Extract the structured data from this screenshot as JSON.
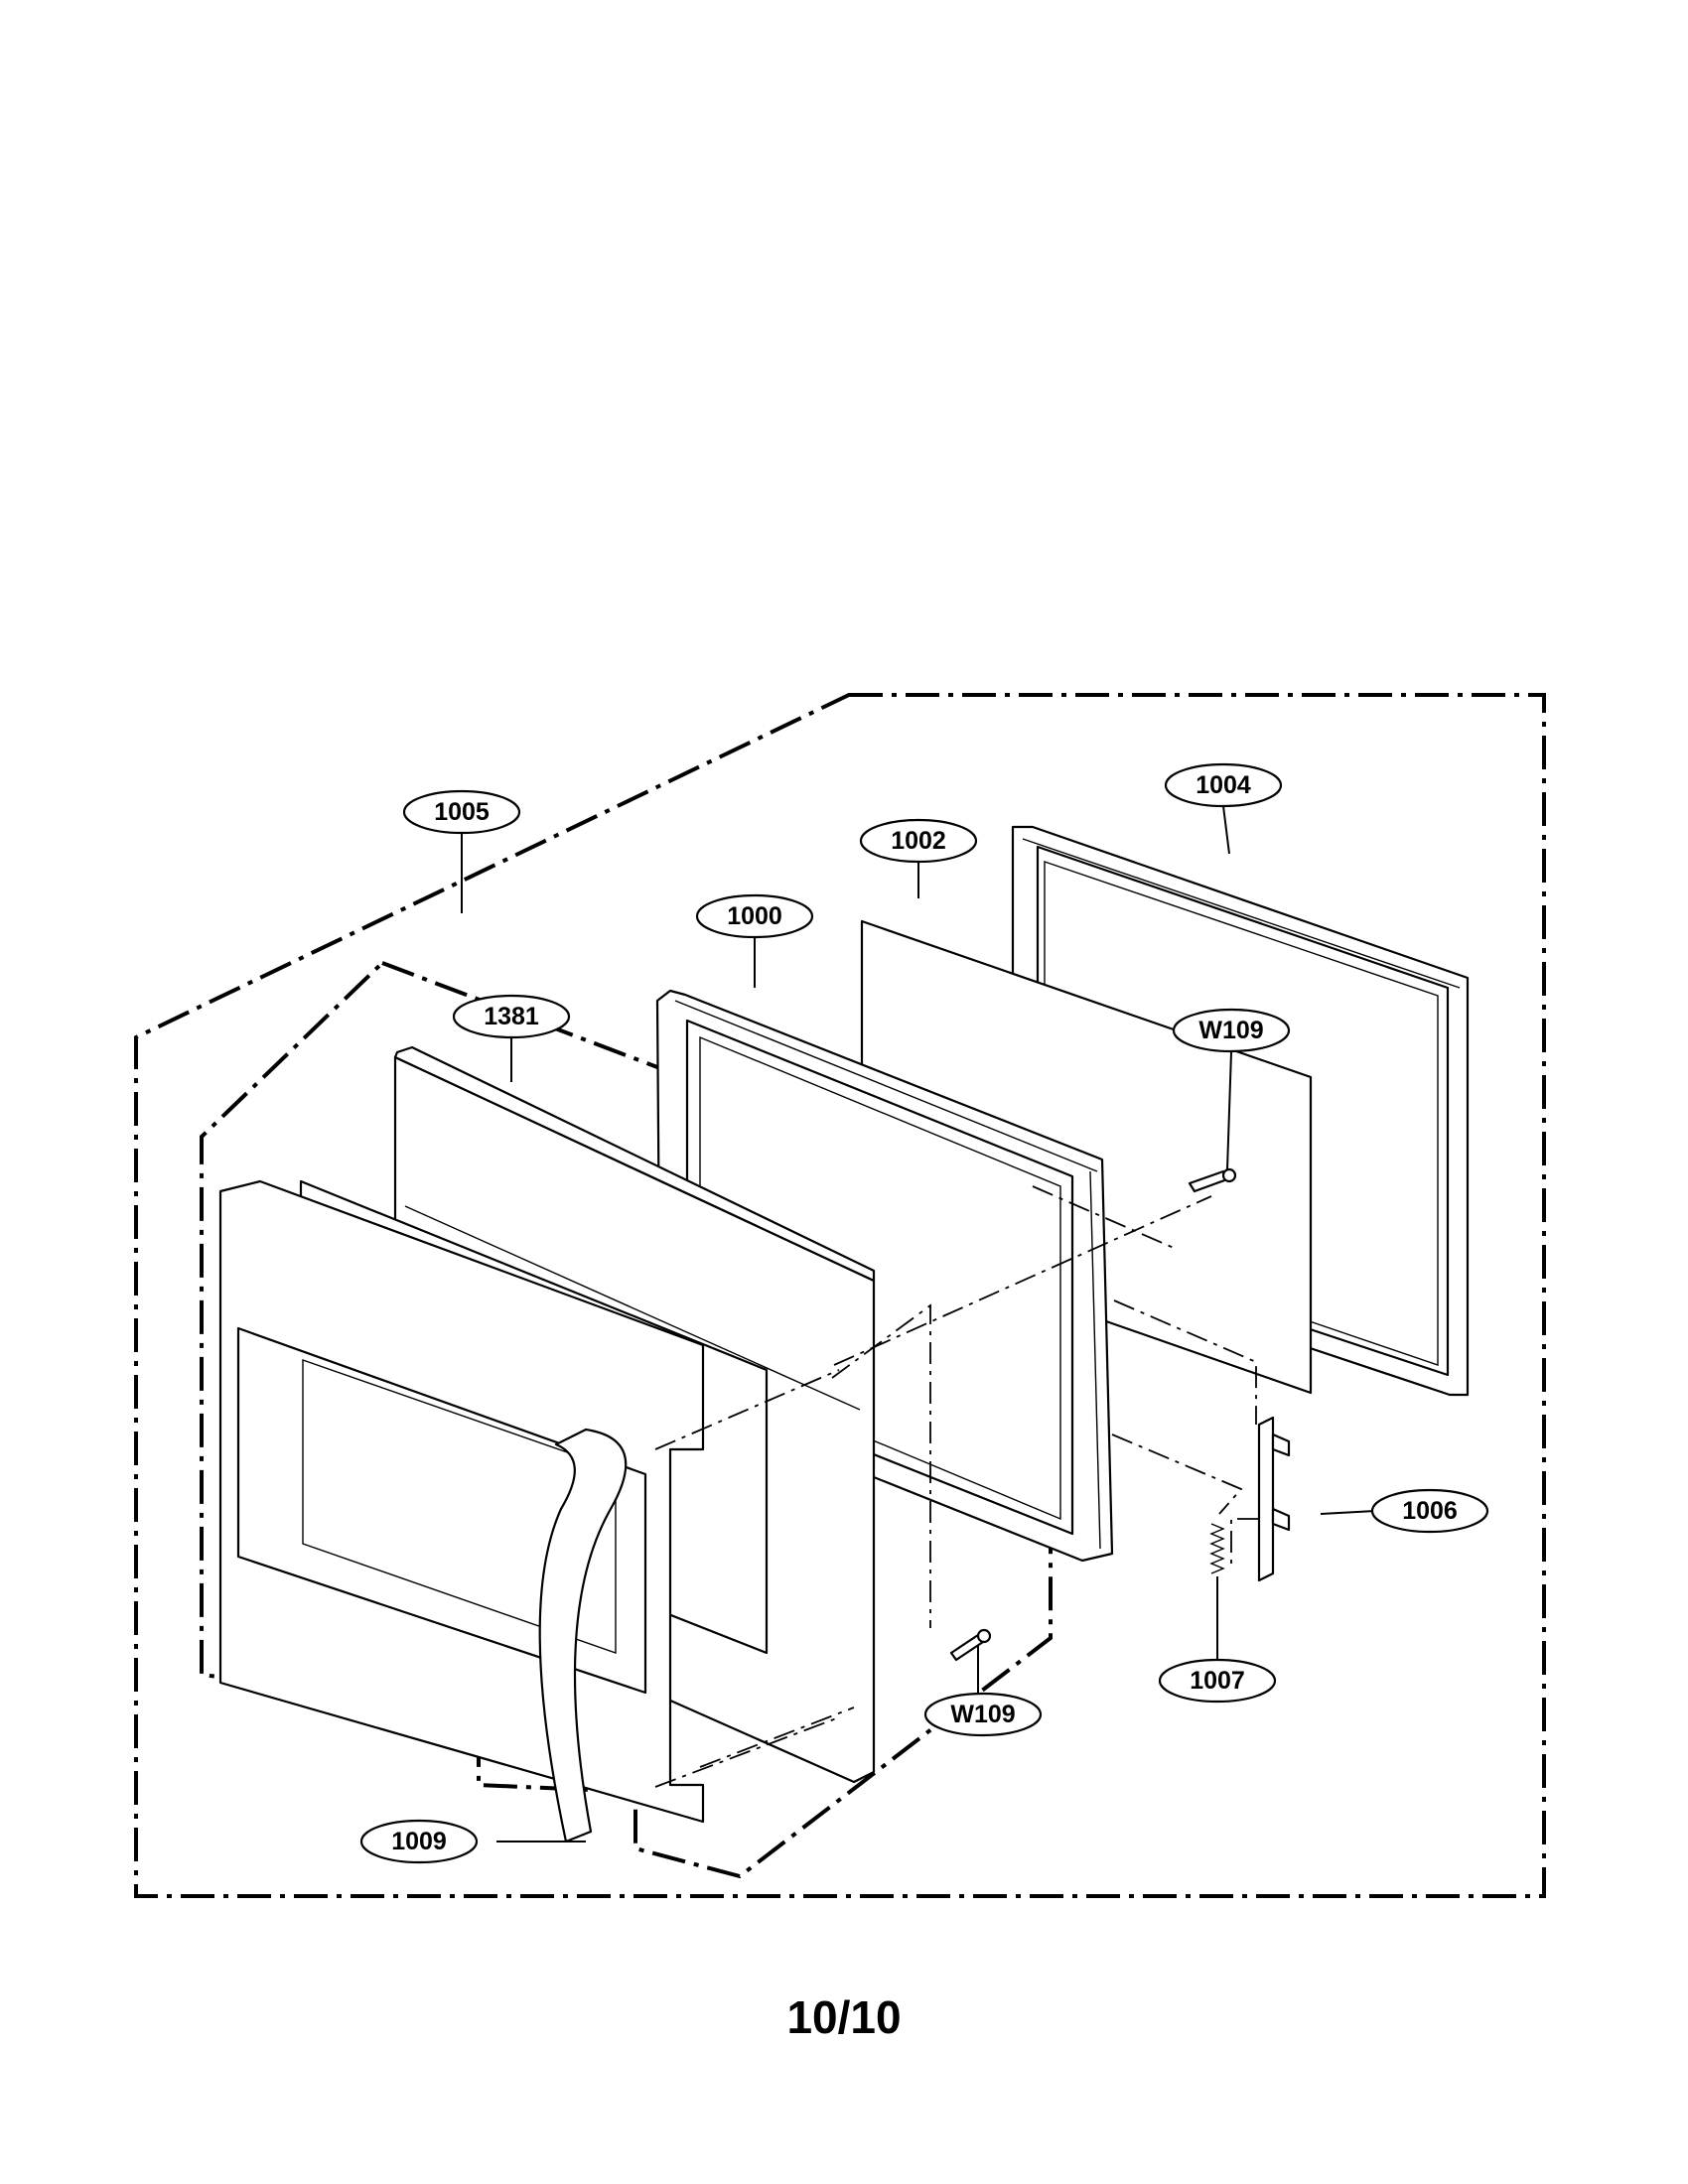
{
  "diagram": {
    "callouts": [
      {
        "id": "1005",
        "label": "1005"
      },
      {
        "id": "1004",
        "label": "1004"
      },
      {
        "id": "1002",
        "label": "1002"
      },
      {
        "id": "1000",
        "label": "1000"
      },
      {
        "id": "1381",
        "label": "1381"
      },
      {
        "id": "W109-top",
        "label": "W109"
      },
      {
        "id": "1006",
        "label": "1006"
      },
      {
        "id": "1007",
        "label": "1007"
      },
      {
        "id": "W109-bottom",
        "label": "W109"
      },
      {
        "id": "1009",
        "label": "1009"
      }
    ]
  },
  "page": {
    "number": "10/10"
  }
}
